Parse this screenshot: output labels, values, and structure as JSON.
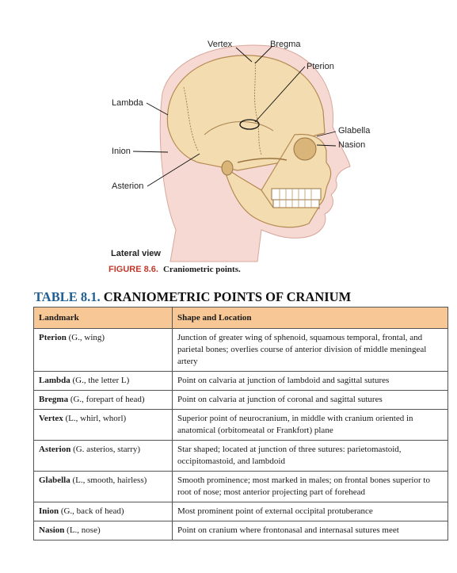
{
  "figure": {
    "labels": {
      "vertex": "Vertex",
      "bregma": "Bregma",
      "pterion": "Pterion",
      "lambda": "Lambda",
      "glabella": "Glabella",
      "nasion": "Nasion",
      "inion": "Inion",
      "asterion": "Asterion"
    },
    "view": "Lateral view",
    "caption_number": "FIGURE 8.6.",
    "caption_text": "Craniometric points.",
    "colors": {
      "bone": "#f2dcb0",
      "bone_shadow": "#d9b57a",
      "skin": "#f6d9d2",
      "caption_red": "#c0392b"
    }
  },
  "table": {
    "number": "TABLE 8.1.",
    "title": "CRANIOMETRIC POINTS OF CRANIUM",
    "headers": [
      "Landmark",
      "Shape and Location"
    ],
    "header_color": "#f7c896",
    "rows": [
      {
        "name": "Pterion",
        "etym": " (G., wing)",
        "desc": "Junction of greater wing of sphenoid, squamous temporal, frontal, and parietal bones; overlies course of anterior division of middle meningeal artery"
      },
      {
        "name": "Lambda",
        "etym": " (G., the letter L)",
        "desc": "Point on calvaria at junction of lambdoid and sagittal sutures"
      },
      {
        "name": "Bregma",
        "etym": " (G., forepart of head)",
        "desc": "Point on calvaria at junction of coronal and sagittal sutures"
      },
      {
        "name": "Vertex",
        "etym": " (L., whirl, whorl)",
        "desc": "Superior point of neurocranium, in middle with cranium oriented in anatomical (orbitomeatal or Frankfort) plane"
      },
      {
        "name": "Asterion",
        "etym": " (G. asterios, starry)",
        "desc": "Star shaped; located at junction of three sutures: parietomastoid, occipitomastoid, and lambdoid"
      },
      {
        "name": "Glabella",
        "etym": " (L., smooth, hairless)",
        "desc": "Smooth prominence; most marked in males; on frontal bones superior to root of nose; most anterior projecting part of forehead"
      },
      {
        "name": "Inion",
        "etym": " (G., back of head)",
        "desc": "Most prominent point of external occipital protuberance"
      },
      {
        "name": "Nasion",
        "etym": " (L., nose)",
        "desc": "Point on cranium where frontonasal and internasal sutures meet"
      }
    ]
  }
}
